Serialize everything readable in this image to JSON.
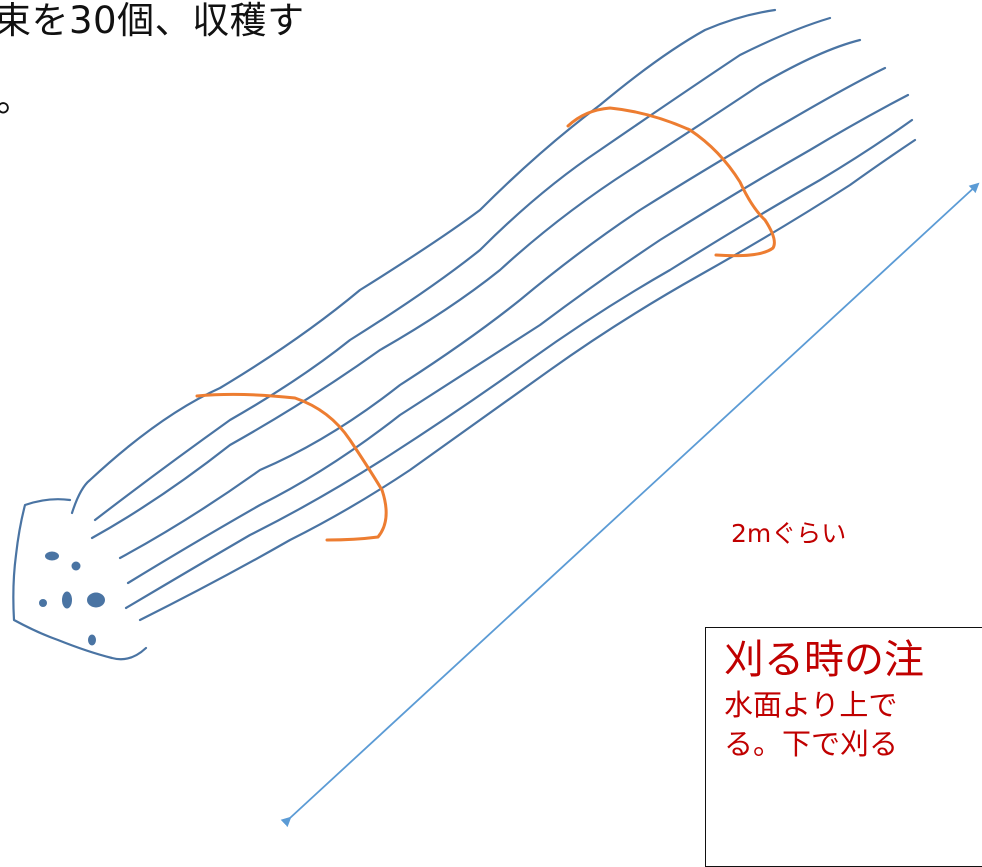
{
  "heading": {
    "line1": "束を30個、収穫す",
    "line2": "。"
  },
  "diagram": {
    "length_label": "2mぐらい",
    "colors": {
      "stalk": "#4a74a3",
      "tie": "#ed7d31",
      "arrow": "#5b9bd5",
      "note_text": "#c00000"
    }
  },
  "note": {
    "title": "刈る時の注",
    "line1": "水面より上で",
    "line2": "る。下で刈る"
  }
}
